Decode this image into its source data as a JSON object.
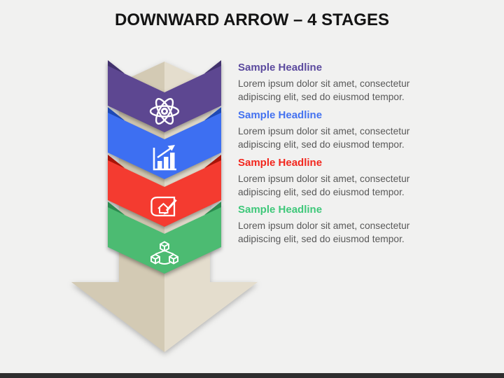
{
  "title": "DOWNWARD ARROW – 4 STAGES",
  "colors": {
    "background": "#f1f1f0",
    "title_text": "#141414",
    "body_text": "#595959",
    "footer_bar": "#2e2e2e",
    "arrow_left_half": "#d3cab4",
    "arrow_right_half": "#e4ddcd"
  },
  "stages": [
    {
      "headline": "Sample Headline",
      "body": "Lorem ipsum dolor sit amet, consectetur adipiscing elit, sed do eiusmod tempor.",
      "headline_color": "#5b4a9e",
      "chevron_color": "#5d4791",
      "fold_color": "#41316c",
      "icon": "atom-icon"
    },
    {
      "headline": "Sample Headline",
      "body": "Lorem ipsum dolor sit amet, consectetur adipiscing elit, sed do eiusmod tempor.",
      "headline_color": "#4472f0",
      "chevron_color": "#3d6ff2",
      "fold_color": "#1e49b4",
      "icon": "bar-chart-icon"
    },
    {
      "headline": "Sample Headline",
      "body": "Lorem ipsum dolor sit amet, consectetur adipiscing elit, sed do eiusmod tempor.",
      "headline_color": "#f2271e",
      "chevron_color": "#f43b30",
      "fold_color": "#a81408",
      "icon": "blueprint-icon"
    },
    {
      "headline": "Sample Headline",
      "body": "Lorem ipsum dolor sit amet, consectetur adipiscing elit, sed do eiusmod tempor.",
      "headline_color": "#3fc87a",
      "chevron_color": "#4cbb72",
      "fold_color": "#2b8a4f",
      "icon": "cubes-icon"
    }
  ]
}
